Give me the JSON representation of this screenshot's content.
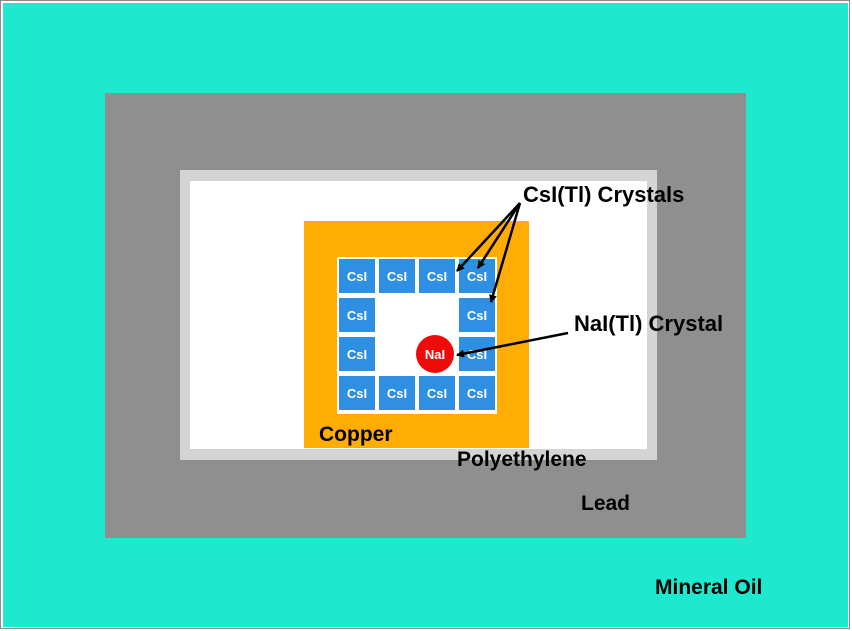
{
  "labels": {
    "csi_crystals": "CsI(Tl) Crystals",
    "nai_crystal": "NaI(Tl) Crystal",
    "copper": "Copper",
    "polyethylene": "Polyethylene",
    "lead": "Lead",
    "mineral_oil": "Mineral Oil"
  },
  "crystals": {
    "csi_label": "CsI",
    "nai_label": "NaI"
  },
  "colors": {
    "mineral_oil": "#1de9cf",
    "lead": "#8f8f8f",
    "polyethylene": "#d4d4d4",
    "copper": "#ffad02",
    "csi": "#2e8fe3",
    "nai": "#f00a0a"
  }
}
